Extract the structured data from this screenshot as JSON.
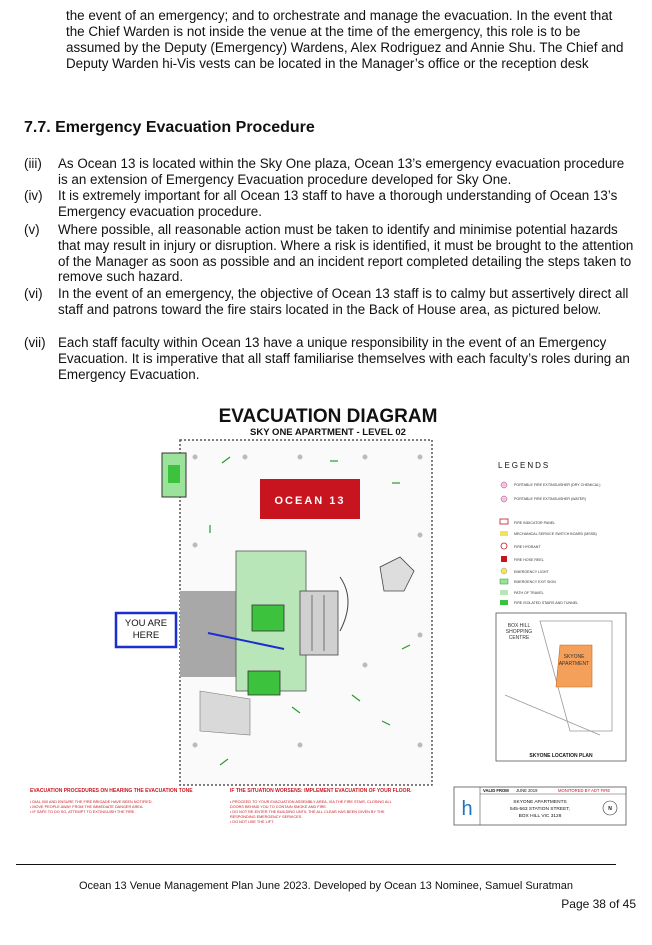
{
  "intro_text": "the event of an emergency; and to orchestrate and manage the evacuation. In the event that the Chief Warden is not inside the venue at the time of the emergency, this role is to be assumed by the Deputy (Emergency) Wardens, Alex Rodriguez and Annie Shu. The Chief and Deputy Warden hi-Vis vests can be located in the Manager’s office or the reception desk",
  "section_heading": "7.7.  Emergency Evacuation Procedure",
  "items": [
    {
      "num": "(iii)",
      "text": "As Ocean 13 is located within the Sky One plaza, Ocean 13’s emergency evacuation procedure is an extension of Emergency Evacuation procedure developed for Sky One."
    },
    {
      "num": "(iv)",
      "text": "It is extremely important for all Ocean 13 staff to have a thorough understanding of Ocean 13’s Emergency evacuation procedure."
    },
    {
      "num": "(v)",
      "text": "Where possible, all reasonable action must be taken to identify and minimise potential hazards that may result in injury or disruption. Where a risk is identified, it must be brought to the attention of the Manager as soon as possible and an incident report completed detailing the steps taken to remove such hazard."
    },
    {
      "num": "(vi)",
      "text": "In the event of an emergency, the objective of Ocean 13 staff is to calmy but assertively direct all staff and patrons toward the fire stairs located in the Back of House area, as pictured below."
    },
    {
      "num": "(vii)",
      "text": "Each staff faculty within Ocean 13 have a unique responsibility in the event of an Emergency Evacuation. It is imperative that all staff familiarise themselves with each faculty’s roles during an Emergency Evacuation."
    }
  ],
  "diagram": {
    "title": "EVACUATION DIAGRAM",
    "subtitle": "SKY ONE APARTMENT - LEVEL 02",
    "venue_label": "OCEAN 13",
    "you_are_here": [
      "YOU ARE",
      "HERE"
    ],
    "legend_title": "LEGENDS",
    "legend_items": [
      "PORTABLE FIRE EXTINGUISHER (DRY CHEMICAL)",
      "PORTABLE FIRE EXTINGUISHER (WATER)",
      "FIRE INDICATOR PANEL",
      "MECHANICAL SERVICE SWITCH BOARD (MSSB)",
      "FIRE HYDRANT",
      "FIRE HOSE REEL",
      "EMERGENCY LIGHT",
      "EMERGENCY EXIT SIGN",
      "PATH OF TRAVEL",
      "FIRE ISOLATED STAIRS AND TUNNEL"
    ],
    "location_plan_title": "SKYONE LOCATION PLAN",
    "location_labels": [
      "BOX HILL",
      "SHOPPING",
      "CENTRE",
      "SKYONE",
      "APARTMENT"
    ],
    "procedures_title": "EVACUATION PROCEDURES ON HEARING THE EVACUATION TONE",
    "procedures": [
      "• DIAL 000 AND ENSURE THE FIRE BRIGADE HAVE BEEN NOTIFIED.",
      "• MOVE PEOPLE AWAY FROM THE IMMEDIATE DANGER AREA.",
      "• IF SAFE TO DO SO, ATTEMPT TO EXTINGUISH THE FIRE."
    ],
    "worsens_title": "IF THE SITUATION WORSENS: IMPLEMENT EVACUATION OF YOUR FLOOR.",
    "worsens": [
      "• PROCEED TO YOUR EVACUATION ASSEMBLY AREA, VIA THE FIRE STAIR, CLOSING ALL",
      "DOORS BEHIND YOU TO CONTAIN SMOKE AND FIRE.",
      "• DO NOT RE-ENTER THE BUILDING UNTIL THE ALL CLEAR HAS BEEN GIVEN BY THE",
      "RESPONDING EMERGENCY SERVICES.",
      "• DO NOT USE THE LIFT."
    ],
    "valid_from_label": "VALID FROM",
    "valid_from_value": "JUNE 2019",
    "monitored_by": "MONITORED BY ADT FIRE",
    "address": [
      "SKYONE APARTMENTS",
      "545-563 STATION STREET,",
      "BOX HILL VIC 3128"
    ],
    "logo_letter": "h",
    "north_label": "N"
  },
  "footer_text": "Ocean 13 Venue Management Plan June 2023. Developed by Ocean 13 Nominee, Samuel Suratman",
  "page_number": "Page 38 of 45"
}
